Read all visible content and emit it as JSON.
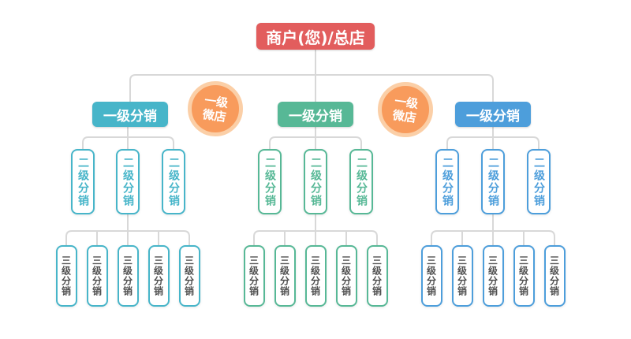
{
  "colors": {
    "connector": "#d8d8d8",
    "level3_text": "#4f4f4f",
    "background": "#ffffff"
  },
  "root": {
    "label": "商户(您)/总店",
    "color": "#e25d5d"
  },
  "circles": [
    {
      "line1": "一级",
      "line2": "微店",
      "fill": "#f89b5c",
      "ring": "#fbcfa7"
    },
    {
      "line1": "一级",
      "line2": "微店",
      "fill": "#f89b5c",
      "ring": "#fbcfa7"
    }
  ],
  "groups": [
    {
      "color": "#47b5c9",
      "level1": "一级分销",
      "level2": [
        "二级分销",
        "二级分销",
        "二级分销"
      ],
      "level3": [
        "三级分销",
        "三级分销",
        "三级分销",
        "三级分销",
        "三级分销"
      ]
    },
    {
      "color": "#57b896",
      "level1": "一级分销",
      "level2": [
        "二级分销",
        "二级分销",
        "二级分销"
      ],
      "level3": [
        "三级分销",
        "三级分销",
        "三级分销",
        "三级分销",
        "三级分销"
      ]
    },
    {
      "color": "#4d9edb",
      "level1": "一级分销",
      "level2": [
        "二级分销",
        "二级分销",
        "二级分销"
      ],
      "level3": [
        "三级分销",
        "三级分销",
        "三级分销",
        "三级分销",
        "三级分销"
      ]
    }
  ]
}
